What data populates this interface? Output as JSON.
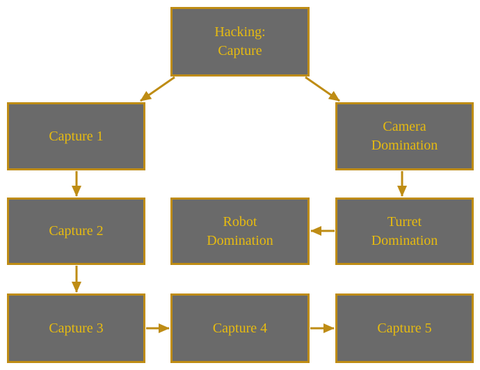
{
  "diagram": {
    "type": "flowchart",
    "nodes": [
      {
        "id": "hacking-capture",
        "label": "Hacking:\nCapture"
      },
      {
        "id": "capture-1",
        "label": "Capture 1"
      },
      {
        "id": "camera-domination",
        "label": "Camera\nDomination"
      },
      {
        "id": "capture-2",
        "label": "Capture 2"
      },
      {
        "id": "robot-domination",
        "label": "Robot\nDomination"
      },
      {
        "id": "turret-domination",
        "label": "Turret\nDomination"
      },
      {
        "id": "capture-3",
        "label": "Capture 3"
      },
      {
        "id": "capture-4",
        "label": "Capture 4"
      },
      {
        "id": "capture-5",
        "label": "Capture 5"
      }
    ],
    "edges": [
      {
        "from": "hacking-capture",
        "to": "capture-1"
      },
      {
        "from": "hacking-capture",
        "to": "camera-domination"
      },
      {
        "from": "capture-1",
        "to": "capture-2"
      },
      {
        "from": "capture-2",
        "to": "capture-3"
      },
      {
        "from": "capture-3",
        "to": "capture-4"
      },
      {
        "from": "capture-4",
        "to": "capture-5"
      },
      {
        "from": "camera-domination",
        "to": "turret-domination"
      },
      {
        "from": "turret-domination",
        "to": "robot-domination"
      }
    ],
    "colors": {
      "background": "#ffffff",
      "node_fill": "#6a6a6a",
      "node_border": "#be8c14",
      "edge": "#be8c14",
      "label_text": "#e7bb10"
    }
  }
}
